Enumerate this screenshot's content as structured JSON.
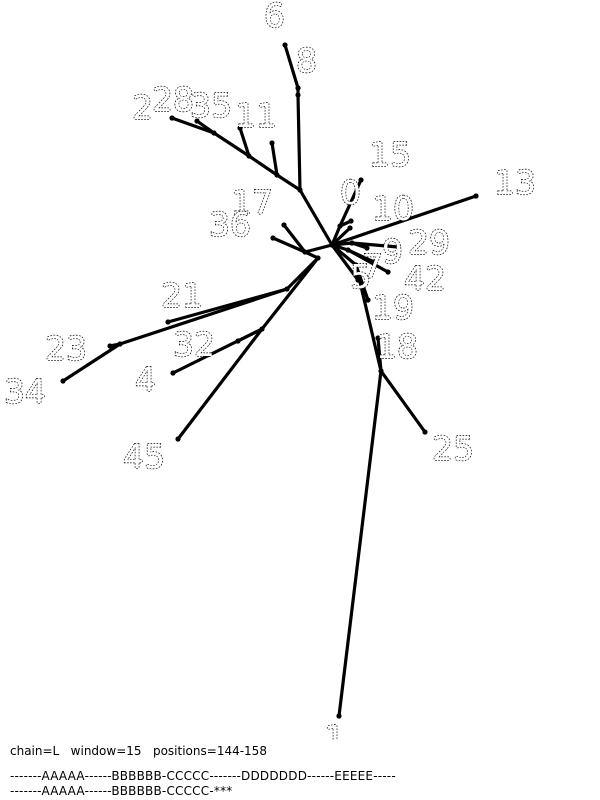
{
  "tree": {
    "nodes": [
      {
        "id": "root"
      },
      {
        "id": "i_up"
      },
      {
        "id": "i_up8"
      },
      {
        "id": "i_28"
      },
      {
        "id": "i_35"
      },
      {
        "id": "i_11"
      },
      {
        "id": "i_down"
      },
      {
        "id": "i_18"
      },
      {
        "id": "i_left"
      },
      {
        "id": "i_21"
      },
      {
        "id": "i_23"
      },
      {
        "id": "i_32"
      },
      {
        "id": "i_17"
      },
      {
        "id": "i_0"
      },
      {
        "id": "i_9"
      },
      {
        "id": "i_7"
      },
      {
        "id": "leaf_6",
        "label": "6"
      },
      {
        "id": "leaf_8",
        "label": "8"
      },
      {
        "id": "leaf_2",
        "label": "2"
      },
      {
        "id": "leaf_28",
        "label": "28"
      },
      {
        "id": "leaf_35",
        "label": "35"
      },
      {
        "id": "leaf_11",
        "label": "11"
      },
      {
        "id": "leaf_15",
        "label": "15"
      },
      {
        "id": "leaf_0",
        "label": "0"
      },
      {
        "id": "leaf_10",
        "label": "10"
      },
      {
        "id": "leaf_13",
        "label": "13"
      },
      {
        "id": "leaf_29",
        "label": "29"
      },
      {
        "id": "leaf_9",
        "label": "9"
      },
      {
        "id": "leaf_7",
        "label": "7"
      },
      {
        "id": "leaf_42",
        "label": "42"
      },
      {
        "id": "leaf_5",
        "label": "5"
      },
      {
        "id": "leaf_19",
        "label": "19"
      },
      {
        "id": "leaf_18",
        "label": "18"
      },
      {
        "id": "leaf_25",
        "label": "25"
      },
      {
        "id": "leaf_1",
        "label": "1"
      },
      {
        "id": "leaf_17",
        "label": "17"
      },
      {
        "id": "leaf_36",
        "label": "36"
      },
      {
        "id": "leaf_21",
        "label": "21"
      },
      {
        "id": "leaf_23",
        "label": "23"
      },
      {
        "id": "leaf_34",
        "label": "34"
      },
      {
        "id": "leaf_32",
        "label": "32"
      },
      {
        "id": "leaf_4",
        "label": "4"
      },
      {
        "id": "leaf_45",
        "label": "45"
      }
    ],
    "edges": [
      [
        "root",
        "i_up"
      ],
      [
        "i_up",
        "i_up8"
      ],
      [
        "i_up8",
        "leaf_8"
      ],
      [
        "leaf_8",
        "leaf_6"
      ],
      [
        "i_up",
        "i_11"
      ],
      [
        "i_11",
        "leaf_11"
      ],
      [
        "i_11",
        "i_35"
      ],
      [
        "i_35",
        "leaf_35"
      ],
      [
        "i_35",
        "i_28"
      ],
      [
        "i_28",
        "leaf_28"
      ],
      [
        "i_28",
        "leaf_2"
      ],
      [
        "root",
        "i_0"
      ],
      [
        "i_0",
        "leaf_15"
      ],
      [
        "i_0",
        "leaf_0"
      ],
      [
        "root",
        "leaf_10"
      ],
      [
        "root",
        "leaf_13"
      ],
      [
        "root",
        "i_9"
      ],
      [
        "i_9",
        "leaf_29"
      ],
      [
        "i_9",
        "leaf_9"
      ],
      [
        "root",
        "i_7"
      ],
      [
        "i_7",
        "leaf_7"
      ],
      [
        "i_7",
        "leaf_42"
      ],
      [
        "root",
        "leaf_5"
      ],
      [
        "root",
        "i_down"
      ],
      [
        "i_down",
        "leaf_19"
      ],
      [
        "i_down",
        "i_18"
      ],
      [
        "i_18",
        "leaf_18"
      ],
      [
        "i_18",
        "leaf_25"
      ],
      [
        "i_18",
        "leaf_1"
      ],
      [
        "root",
        "i_17"
      ],
      [
        "i_17",
        "leaf_17"
      ],
      [
        "i_17",
        "leaf_36"
      ],
      [
        "i_17",
        "i_left"
      ],
      [
        "i_left",
        "i_21"
      ],
      [
        "i_21",
        "leaf_21"
      ],
      [
        "i_21",
        "i_23"
      ],
      [
        "i_23",
        "leaf_23"
      ],
      [
        "i_23",
        "leaf_34"
      ],
      [
        "i_left",
        "i_32"
      ],
      [
        "i_32",
        "leaf_32"
      ],
      [
        "i_32",
        "leaf_4"
      ],
      [
        "i_32",
        "leaf_45"
      ]
    ]
  },
  "info": {
    "text": "chain=L   window=15   positions=144-158"
  },
  "sequences": [
    "-------AAAAA------BBBBBB-CCCCC-------DDDDDDD------EEEEE-----",
    "-------AAAAA------BBBBBB-CCCCC-***"
  ]
}
